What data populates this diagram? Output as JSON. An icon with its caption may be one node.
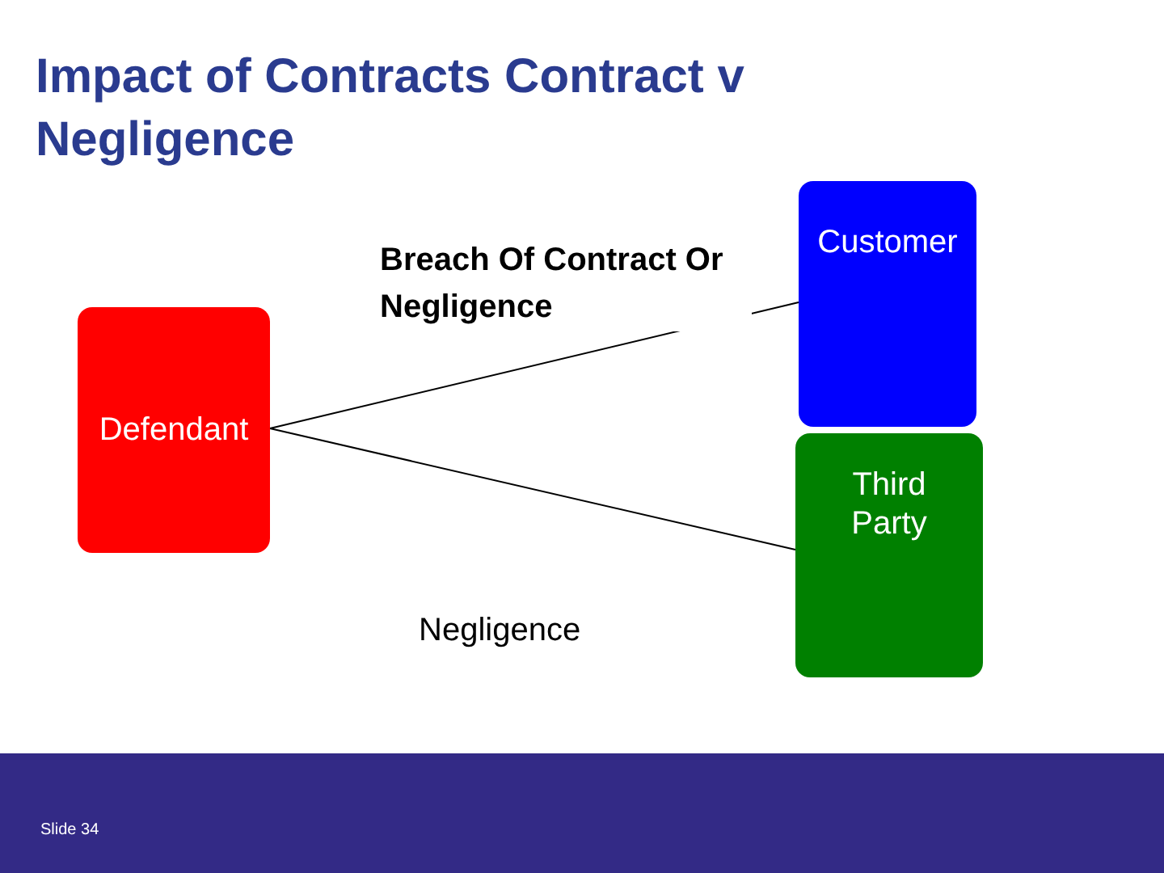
{
  "diagram": {
    "title": "Impact of Contracts Contract v Negligence",
    "nodes": [
      {
        "text": [
          "Defendant"
        ]
      },
      {
        "text": [
          "Customer"
        ]
      },
      {
        "text": [
          "Third Party"
        ]
      }
    ],
    "edges": [
      {
        "from": 0,
        "to": 1,
        "arrow": "none",
        "label": "Breach Of Contract Or Negligence"
      },
      {
        "from": 0,
        "to": 2,
        "arrow": "none",
        "label": "Negligence"
      }
    ],
    "labels": [
      "Slide 34"
    ]
  }
}
